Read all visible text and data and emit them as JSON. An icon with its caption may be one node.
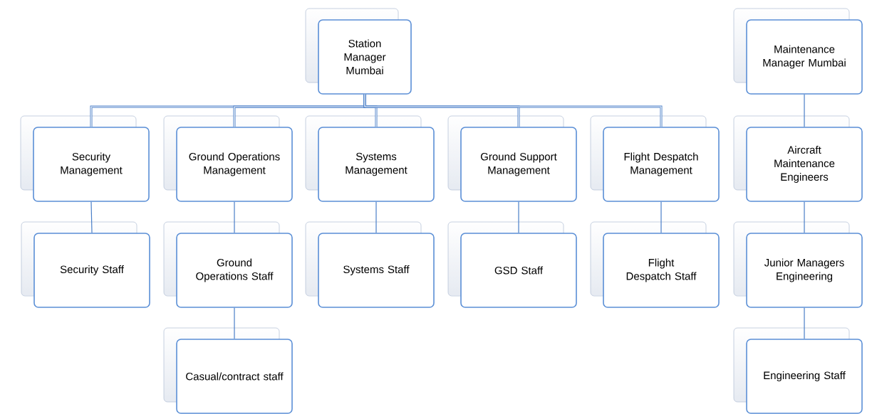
{
  "diagram": {
    "nodes": [
      {
        "text": [
          "Station Manager Mumbai"
        ]
      },
      {
        "text": [
          "Security Management"
        ]
      },
      {
        "text": [
          "Ground Operations Management"
        ]
      },
      {
        "text": [
          "Systems Management"
        ]
      },
      {
        "text": [
          "Ground Support Management"
        ]
      },
      {
        "text": [
          "Flight Despatch Management"
        ]
      },
      {
        "text": [
          "Security Staff"
        ]
      },
      {
        "text": [
          "Ground Operations Staff"
        ]
      },
      {
        "text": [
          "Systems Staff"
        ]
      },
      {
        "text": [
          "GSD Staff"
        ]
      },
      {
        "text": [
          "Flight Despatch Staff"
        ]
      },
      {
        "text": [
          "Casual/contract staff"
        ]
      },
      {
        "text": [
          "Maintenance Manager Mumbai"
        ]
      },
      {
        "text": [
          "Aircraft Maintenance Engineers"
        ]
      },
      {
        "text": [
          "Junior Managers Engineering"
        ]
      },
      {
        "text": [
          "Engineering Staff"
        ]
      }
    ],
    "edges": [
      {
        "from": 0,
        "to": 1,
        "arrow": "none"
      },
      {
        "from": 0,
        "to": 2,
        "arrow": "none"
      },
      {
        "from": 0,
        "to": 3,
        "arrow": "none"
      },
      {
        "from": 0,
        "to": 4,
        "arrow": "none"
      },
      {
        "from": 0,
        "to": 5,
        "arrow": "none"
      },
      {
        "from": 1,
        "to": 6,
        "arrow": "none"
      },
      {
        "from": 2,
        "to": 7,
        "arrow": "none"
      },
      {
        "from": 7,
        "to": 11,
        "arrow": "none"
      },
      {
        "from": 3,
        "to": 8,
        "arrow": "none"
      },
      {
        "from": 4,
        "to": 9,
        "arrow": "none"
      },
      {
        "from": 5,
        "to": 10,
        "arrow": "none"
      },
      {
        "from": 12,
        "to": 13,
        "arrow": "none"
      },
      {
        "from": 13,
        "to": 14,
        "arrow": "none"
      },
      {
        "from": 14,
        "to": 15,
        "arrow": "none"
      }
    ]
  }
}
